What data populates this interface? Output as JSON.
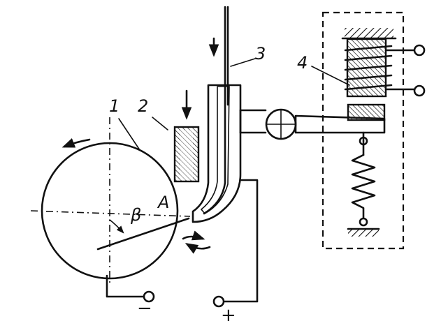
{
  "labels": {
    "part1": "1",
    "part2": "2",
    "part3": "3",
    "part4": "4",
    "point_a": "A",
    "angle": "β",
    "minus": "−",
    "plus": "+"
  },
  "colors": {
    "ink": "#111111",
    "background": "#ffffff"
  }
}
